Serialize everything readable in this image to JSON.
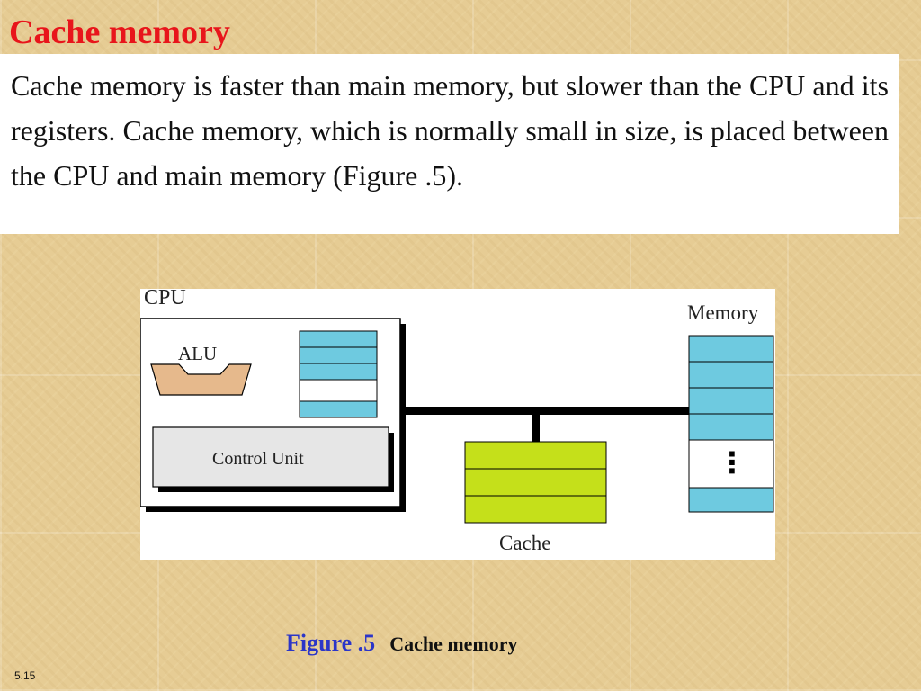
{
  "slide": {
    "title": "Cache memory",
    "body": "Cache memory is faster than main memory, but slower than the CPU and its registers. Cache memory, which is normally small in size, is placed between the CPU and main memory (Figure .5).",
    "slide_number": "5.15"
  },
  "figure": {
    "cpu_label": "CPU",
    "alu_label": "ALU",
    "control_unit_label": "Control Unit",
    "memory_label": "Memory",
    "cache_label": "Cache",
    "memory_ellipsis": "⋮",
    "caption_number": "Figure .5",
    "caption_text": "Cache memory"
  },
  "colors": {
    "title": "#e8151b",
    "register_fill": "#6ecae0",
    "cache_fill": "#c5e01a",
    "alu_fill": "#e6b98c",
    "control_unit_fill": "#e6e6e6",
    "caption_number": "#2b35c8"
  }
}
